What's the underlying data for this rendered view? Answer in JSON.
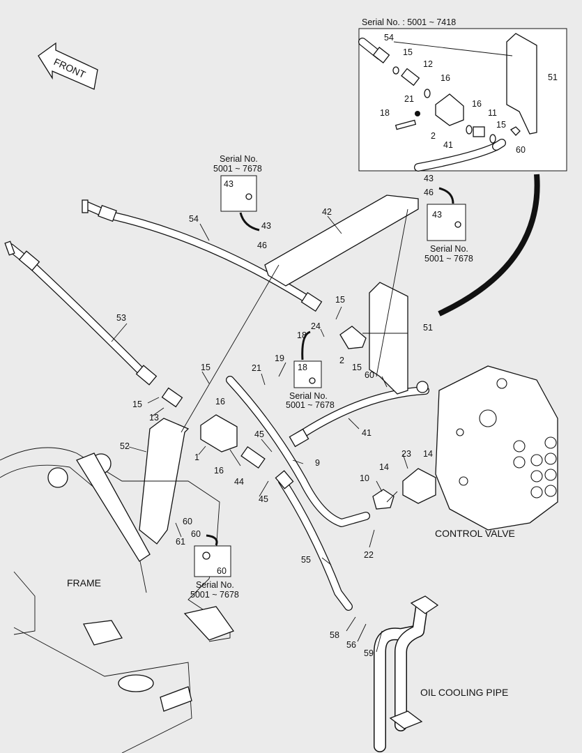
{
  "labels": {
    "front": "FRONT",
    "frame": "FRAME",
    "control_valve": "CONTROL VALVE",
    "oil_cooling_pipe": "OIL COOLING PIPE",
    "inset_serial": "Serial No. : 5001 ~ 7418",
    "serial_box_top_line1": "Serial No.",
    "serial_box_top_line2": "5001 ~ 7678",
    "serial_box_right_line1": "Serial No.",
    "serial_box_right_line2": "5001 ~ 7678",
    "serial_box_mid_line1": "Serial No.",
    "serial_box_mid_line2": "5001 ~ 7678",
    "serial_box_bottom_line1": "Serial No.",
    "serial_box_bottom_line2": "5001 ~ 7678"
  },
  "part_numbers": {
    "inset": [
      "54",
      "15",
      "12",
      "16",
      "21",
      "18",
      "2",
      "16",
      "11",
      "15",
      "41",
      "51",
      "60"
    ],
    "main": [
      "43",
      "46",
      "54",
      "42",
      "43",
      "46",
      "43",
      "53",
      "15",
      "51",
      "24",
      "18",
      "2",
      "19",
      "21",
      "18",
      "15",
      "60",
      "15",
      "13",
      "16",
      "52",
      "1",
      "16",
      "45",
      "44",
      "45",
      "9",
      "41",
      "23",
      "14",
      "14",
      "10",
      "61",
      "60",
      "60",
      "22",
      "55",
      "58",
      "56",
      "59"
    ]
  }
}
